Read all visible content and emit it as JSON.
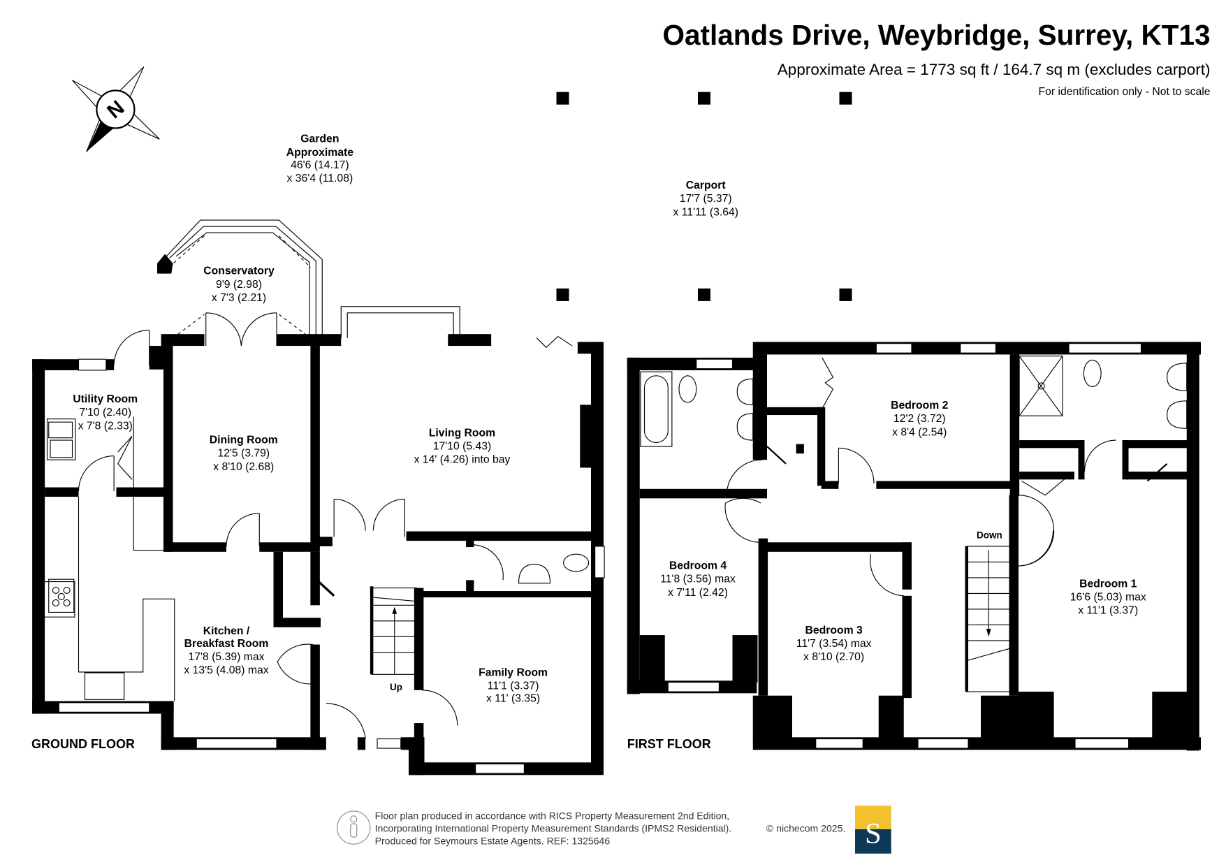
{
  "header": {
    "title": "Oatlands Drive, Weybridge, Surrey, KT13",
    "area": "Approximate Area = 1773 sq ft / 164.7 sq m (excludes carport)",
    "disclaimer": "For identification only - Not to scale"
  },
  "compass": {
    "letter": "N"
  },
  "garden": {
    "name": "Garden",
    "line1": "Approximate",
    "line2": "46'6 (14.17)",
    "line3": "x 36'4 (11.08)"
  },
  "carport": {
    "name": "Carport",
    "line1": "17'7 (5.37)",
    "line2": "x 11'11 (3.64)"
  },
  "ground_floor": {
    "label": "GROUND FLOOR",
    "stairs": "Up",
    "rooms": [
      {
        "name": "Conservatory",
        "dim1": "9'9 (2.98)",
        "dim2": "x 7'3 (2.21)"
      },
      {
        "name": "Utility Room",
        "dim1": "7'10 (2.40)",
        "dim2": "x 7'8 (2.33)"
      },
      {
        "name": "Dining Room",
        "dim1": "12'5 (3.79)",
        "dim2": "x 8'10 (2.68)"
      },
      {
        "name": "Living Room",
        "dim1": "17'10 (5.43)",
        "dim2": "x 14' (4.26) into bay"
      },
      {
        "name": "Kitchen /",
        "name2": "Breakfast Room",
        "dim1": "17'8 (5.39) max",
        "dim2": "x 13'5 (4.08) max"
      },
      {
        "name": "Family Room",
        "dim1": "11'1 (3.37)",
        "dim2": "x 11' (3.35)"
      }
    ]
  },
  "first_floor": {
    "label": "FIRST FLOOR",
    "stairs": "Down",
    "rooms": [
      {
        "name": "Bedroom 2",
        "dim1": "12'2 (3.72)",
        "dim2": "x 8'4 (2.54)"
      },
      {
        "name": "Bedroom 4",
        "dim1": "11'8 (3.56) max",
        "dim2": "x 7'11 (2.42)"
      },
      {
        "name": "Bedroom 3",
        "dim1": "11'7 (3.54) max",
        "dim2": "x 8'10 (2.70)"
      },
      {
        "name": "Bedroom 1",
        "dim1": "16'6 (5.03) max",
        "dim2": "x 11'1 (3.37)"
      }
    ]
  },
  "footer": {
    "line1": "Floor plan produced in accordance with RICS Property Measurement 2nd Edition,",
    "line2": "Incorporating International Property Measurement Standards (IPMS2 Residential).",
    "copyright": "© nichecom 2025.",
    "line3": "Produced for Seymours Estate Agents.   REF: 1325646",
    "logo_letter": "S",
    "logo_colors": {
      "top": "#F2C12E",
      "bottom": "#0F3A57"
    }
  }
}
